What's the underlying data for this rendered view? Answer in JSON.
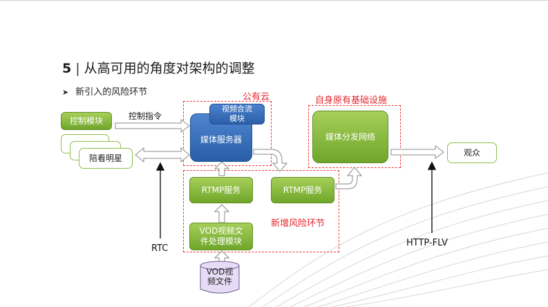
{
  "title": {
    "number": "5",
    "separator": "|",
    "text": "从高可用的角度对架构的调整"
  },
  "subtitle": {
    "bullet": "➤",
    "text": "新引入的风险环节"
  },
  "regions": {
    "public_cloud": "公有云",
    "own_infra": "自身原有基础设施",
    "new_risk": "新增风险环节"
  },
  "nodes": {
    "control_module": "控制模块",
    "control_command": "控制指令",
    "companion_star": "陪看明星",
    "video_merge": "视频合流\n模块",
    "media_server": "媒体服务器",
    "rtmp_service_1": "RTMP服务",
    "rtmp_service_2": "RTMP服务",
    "vod_processing": "VOD视频文\n件处理模块",
    "vod_file": "VOD视\n频文件",
    "media_distribution": "媒体分发网络",
    "audience": "观众",
    "rtc": "RTC",
    "http_flv": "HTTP-FLV"
  },
  "colors": {
    "green": "#7bb035",
    "blue": "#2f66b3",
    "red_dash": "#e33333",
    "cylinder": "#e6dcf5"
  }
}
